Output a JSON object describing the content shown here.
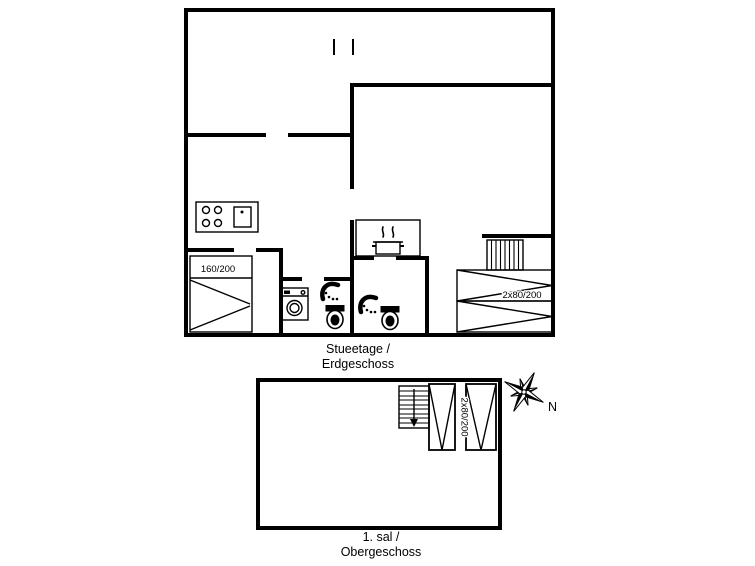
{
  "labels": {
    "ground_caption_line1": "Stueetage /",
    "ground_caption_line2": "Erdgeschoss",
    "upper_caption_line1": "1. sal /",
    "upper_caption_line2": "Obergeschoss",
    "ground_double_bed_size": "160/200",
    "ground_twin_beds_size": "2x80/200",
    "upper_twin_beds_size": "2x80/200",
    "compass_north": "N"
  },
  "diagram": {
    "type": "floor-plan",
    "floors": [
      {
        "id": "ground-floor",
        "caption": [
          "Stueetage /",
          "Erdgeschoss"
        ],
        "items": [
          "kitchen-hob",
          "cooking-pot",
          "double-bed-160/200",
          "washing-machine",
          "shower",
          "toilet",
          "shower",
          "toilet",
          "staircase",
          "twin-beds-2x80/200",
          "chimney-marks"
        ]
      },
      {
        "id": "upper-floor",
        "caption": [
          "1. sal /",
          "Obergeschoss"
        ],
        "items": [
          "staircase-down-arrow",
          "twin-beds-2x80/200"
        ]
      }
    ],
    "compass": {
      "north_label": "N"
    },
    "colors": {
      "wall": "#000000",
      "background": "#ffffff"
    }
  }
}
